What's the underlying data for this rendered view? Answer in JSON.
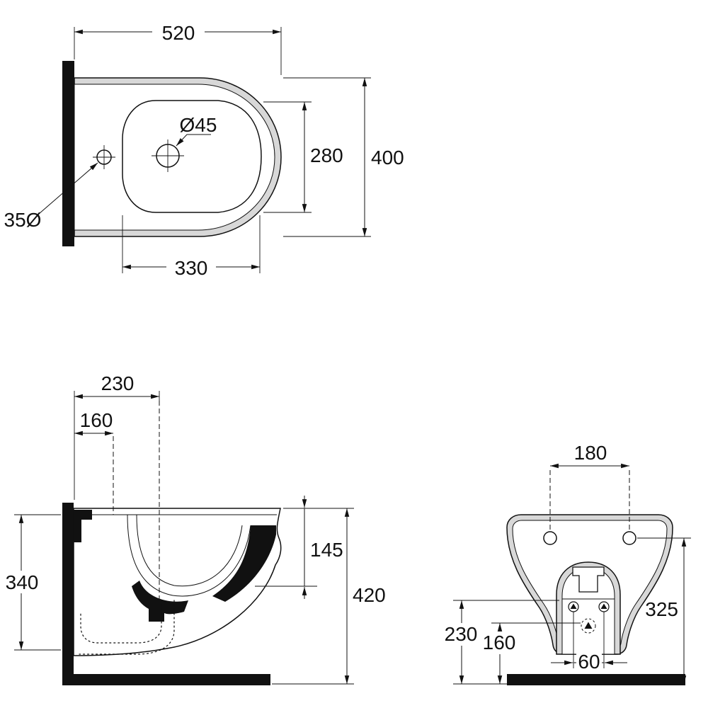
{
  "drawing": {
    "title": "wall-hung-bidet-dimension-drawing",
    "colors": {
      "line": "#111111",
      "ceramic_rim": "#d8d8d8",
      "background": "#ffffff"
    },
    "top_view": {
      "width": "520",
      "depth": "400",
      "basin_depth": "280",
      "tap_hole": "Ø45",
      "side_hole": "35Ø",
      "basin_width": "330"
    },
    "side_view": {
      "depth_to_drain": "230",
      "hole_offset": "160",
      "underside_height": "340",
      "rim_to_basin": "145",
      "overall_height": "420"
    },
    "rear_view": {
      "bolt_spacing": "180",
      "fixing_height": "325",
      "drain_height": "230",
      "inlet_height": "160",
      "outlet_spacing": "60"
    }
  }
}
